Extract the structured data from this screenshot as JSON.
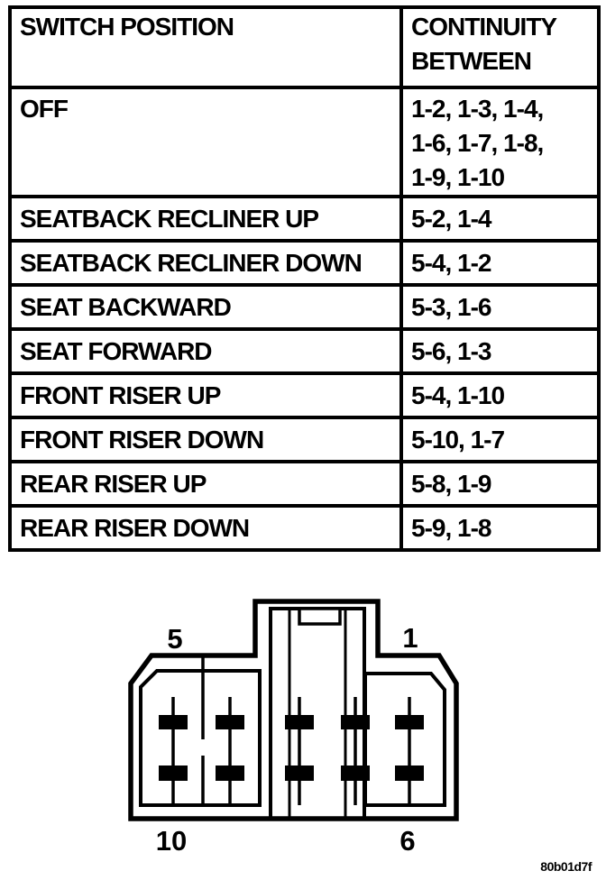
{
  "table": {
    "headers": {
      "position": "SWITCH POSITION",
      "continuity": "CONTINUITY BETWEEN"
    },
    "rows": [
      {
        "position": "OFF",
        "continuity": "1-2, 1-3, 1-4,\n1-6, 1-7, 1-8,\n1-9, 1-10"
      },
      {
        "position": "SEATBACK RECLINER UP",
        "continuity": "5-2, 1-4"
      },
      {
        "position": "SEATBACK RECLINER DOWN",
        "continuity": "5-4, 1-2"
      },
      {
        "position": "SEAT BACKWARD",
        "continuity": "5-3, 1-6"
      },
      {
        "position": "SEAT FORWARD",
        "continuity": "5-6, 1-3"
      },
      {
        "position": "FRONT RISER UP",
        "continuity": "5-4, 1-10"
      },
      {
        "position": "FRONT RISER DOWN",
        "continuity": "5-10, 1-7"
      },
      {
        "position": "REAR RISER UP",
        "continuity": "5-8, 1-9"
      },
      {
        "position": "REAR RISER DOWN",
        "continuity": "5-9, 1-8"
      }
    ]
  },
  "connector": {
    "pin_labels": {
      "top_left": "5",
      "top_right": "1",
      "bottom_left": "10",
      "bottom_right": "6"
    }
  },
  "figure_code": "80b01d7f",
  "colors": {
    "ink": "#000000",
    "paper": "#ffffff"
  }
}
